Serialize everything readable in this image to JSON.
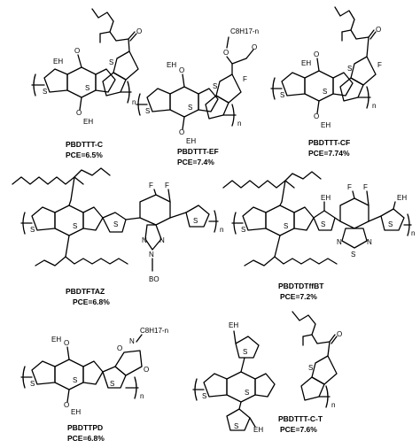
{
  "polymers": [
    {
      "name": "PBDTTT-C",
      "pce": "PCE=6.5%",
      "side1": "EH",
      "side2": "EH",
      "ester_label": "",
      "sub": "n"
    },
    {
      "name": "PBDTTT-EF",
      "pce": "PCE=7.4%",
      "side1": "EH",
      "side2": "EH",
      "ester_label": "C8H17-n",
      "sub": "n",
      "halogen": "F"
    },
    {
      "name": "PBDTTT-CF",
      "pce": "PCE=7.74%",
      "side1": "EH",
      "side2": "EH",
      "sub": "n",
      "halogen": "F"
    },
    {
      "name": "PBDTFTAZ",
      "pce": "PCE=6.8%",
      "n_atom": "N",
      "bo": "BO",
      "f1": "F",
      "f2": "F",
      "sub": "n"
    },
    {
      "name": "PBDTDTffBT",
      "pce": "PCE=7.2%",
      "eh1": "EH",
      "eh2": "EH",
      "f1": "F",
      "f2": "F",
      "s_atom": "S",
      "sub": "n"
    },
    {
      "name": "PBDTTPD",
      "pce": "PCE=6.8%",
      "side1": "EH",
      "side2": "EH",
      "imide": "C8H17-n",
      "n_atom": "N",
      "sub": "n"
    },
    {
      "name": "PBDTTT-C-T",
      "pce": "PCE=7.6%",
      "eh1": "EH",
      "eh2": "EH",
      "sub": "n"
    }
  ],
  "atoms": {
    "S": "S",
    "O": "O",
    "N": "N",
    "F": "F"
  }
}
